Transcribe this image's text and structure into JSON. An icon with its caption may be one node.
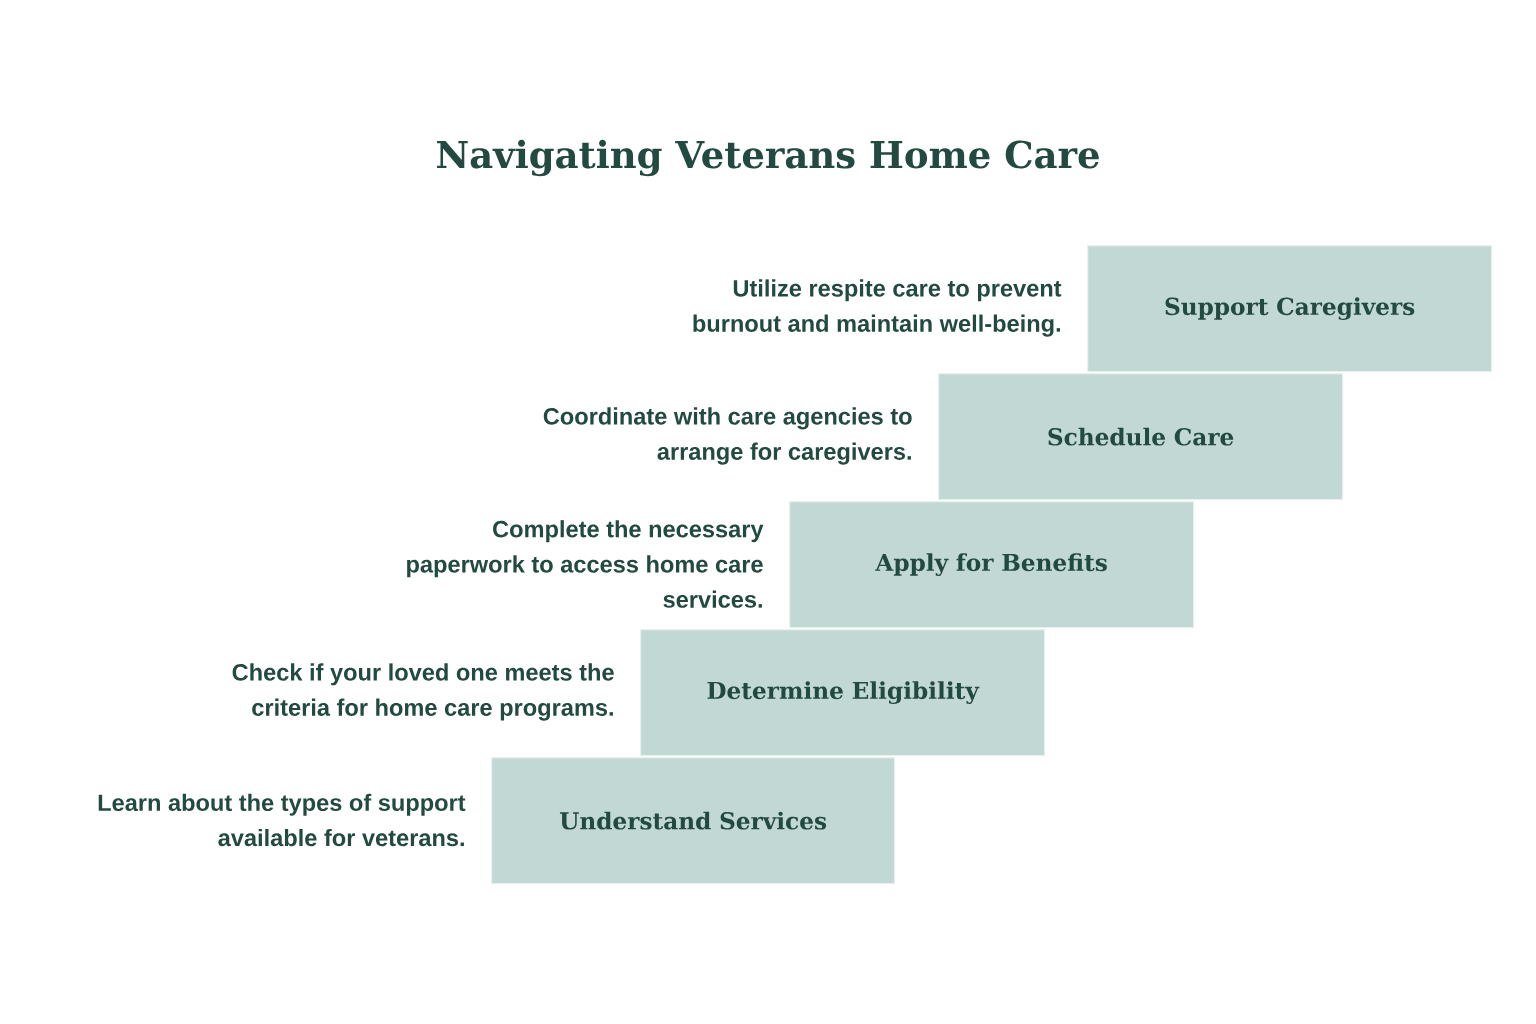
{
  "diagram": {
    "title": "Navigating Veterans Home Care",
    "nodes": [
      {
        "text": [
          "Support Caregivers"
        ],
        "beside": [
          "Utilize respite care to prevent burnout and maintain well-being."
        ]
      },
      {
        "text": [
          "Schedule Care"
        ],
        "beside": [
          "Coordinate with care agencies to arrange for caregivers."
        ]
      },
      {
        "text": [
          "Apply for Benefits"
        ],
        "beside": [
          "Complete the necessary paperwork to access home care services."
        ]
      },
      {
        "text": [
          "Determine Eligibility"
        ],
        "beside": [
          "Check if your loved one meets the criteria for home care programs."
        ]
      },
      {
        "text": [
          "Understand Services"
        ],
        "beside": [
          "Learn about the types of support available for veterans."
        ]
      }
    ]
  }
}
